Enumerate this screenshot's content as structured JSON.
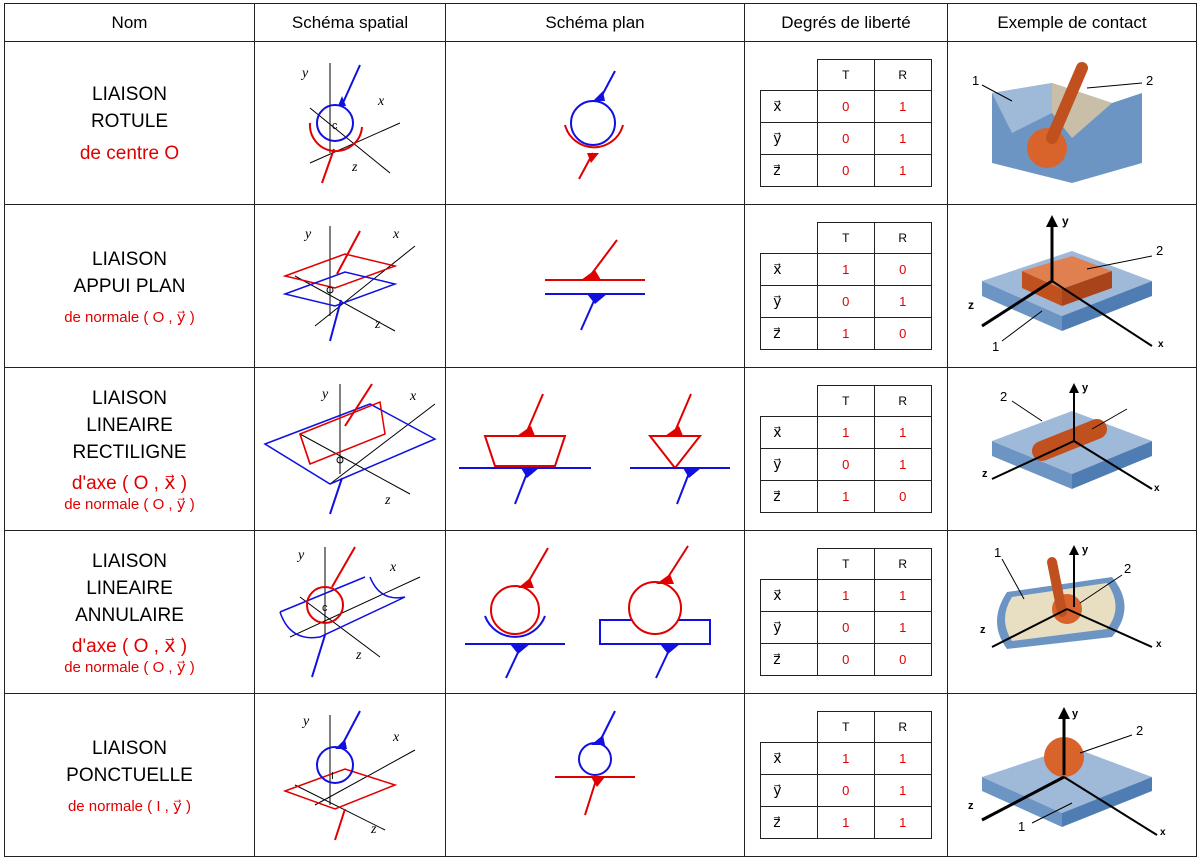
{
  "headers": [
    "Nom",
    "Schéma spatial",
    "Schéma plan",
    "Degrés de liberté",
    "Exemple de contact"
  ],
  "dof_header": {
    "t": "T",
    "r": "R"
  },
  "axes": {
    "x": "x⃗",
    "y": "y⃗",
    "z": "z⃗"
  },
  "rows": [
    {
      "name_lines": [
        "LIAISON",
        "ROTULE"
      ],
      "sub_lines": [
        "de centre O"
      ],
      "dof": [
        [
          "0",
          "1"
        ],
        [
          "0",
          "1"
        ],
        [
          "0",
          "1"
        ]
      ],
      "example_labels": [
        "1",
        "2"
      ]
    },
    {
      "name_lines": [
        "LIAISON",
        "APPUI PLAN"
      ],
      "sub_lines": [
        "de normale  ( O , y⃗ )"
      ],
      "dof": [
        [
          "1",
          "0"
        ],
        [
          "0",
          "1"
        ],
        [
          "1",
          "0"
        ]
      ],
      "example_labels": [
        "2",
        "1",
        "y",
        "z",
        "x"
      ]
    },
    {
      "name_lines": [
        "LIAISON",
        "LINEAIRE",
        "RECTILIGNE"
      ],
      "sub_lines": [
        "d'axe  ( O , x⃗ )",
        "de normale  ( O , y⃗ )"
      ],
      "dof": [
        [
          "1",
          "1"
        ],
        [
          "0",
          "1"
        ],
        [
          "1",
          "0"
        ]
      ],
      "example_labels": [
        "2",
        "y",
        "z",
        "x"
      ]
    },
    {
      "name_lines": [
        "LIAISON",
        "LINEAIRE",
        "ANNULAIRE"
      ],
      "sub_lines": [
        "d'axe  ( O , x⃗ )",
        "de normale  ( O , y⃗ )"
      ],
      "dof": [
        [
          "1",
          "1"
        ],
        [
          "0",
          "1"
        ],
        [
          "0",
          "0"
        ]
      ],
      "example_labels": [
        "1",
        "2",
        "y",
        "z",
        "x"
      ]
    },
    {
      "name_lines": [
        "LIAISON",
        "PONCTUELLE"
      ],
      "sub_lines": [
        "de normale   ( I , y⃗ )"
      ],
      "dof": [
        [
          "1",
          "1"
        ],
        [
          "0",
          "1"
        ],
        [
          "1",
          "1"
        ]
      ],
      "example_labels": [
        "2",
        "1",
        "y",
        "z",
        "x"
      ]
    }
  ],
  "colors": {
    "red": "#e00000",
    "blue": "#1010e0",
    "orange": "#d8642c",
    "steel": "#6d95c4"
  }
}
